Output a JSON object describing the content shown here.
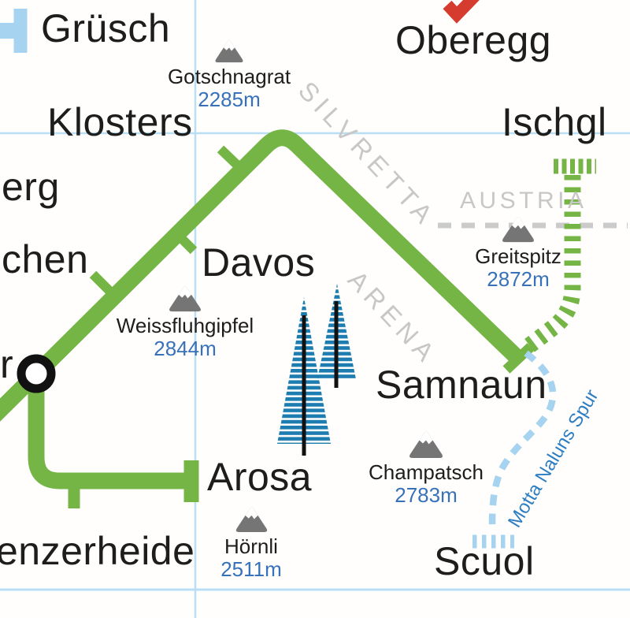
{
  "towns": {
    "grusch": "Grüsch",
    "oberegg": "Oberegg",
    "klosters": "Klosters",
    "ischgl": "Ischgl",
    "davos": "Davos",
    "samnaun": "Samnaun",
    "arosa": "Arosa",
    "scuol": "Scuol",
    "fragment_erg": "erg",
    "fragment_chen": "chen",
    "fragment_r": "r",
    "fragment_enzerheide": "enzerheide"
  },
  "peaks": {
    "gotschnagrat": {
      "name": "Gotschnagrat",
      "elevation": "2285m"
    },
    "weissfluhgipfel": {
      "name": "Weissfluhgipfel",
      "elevation": "2844m"
    },
    "greitspitz": {
      "name": "Greitspitz",
      "elevation": "2872m"
    },
    "champatsch": {
      "name": "Champatsch",
      "elevation": "2783m"
    },
    "hornli": {
      "name": "Hörnli",
      "elevation": "2511m"
    }
  },
  "regions": {
    "silvretta": "SILVRETTA",
    "arena": "ARENA",
    "austria": "AUSTRIA"
  },
  "routes": {
    "motta_naluns": "Motta Naluns Spur"
  },
  "icons": {
    "mountain": "mountain-icon",
    "tree": "tree-icon",
    "interchange": "interchange-node"
  },
  "colors": {
    "line_green": "#74b546",
    "rail_light_blue": "#a6d3ef",
    "grid_blue": "#badef4",
    "elevation_blue": "#3671b9",
    "route_text_blue": "#2d7ec2",
    "tree_blue": "#1d7cb0",
    "border_gray": "#cbcbcb",
    "region_gray": "#c7c7c7",
    "mountain_gray": "#757575",
    "red_line": "#d63b30",
    "text_black": "#1d1d1b"
  }
}
